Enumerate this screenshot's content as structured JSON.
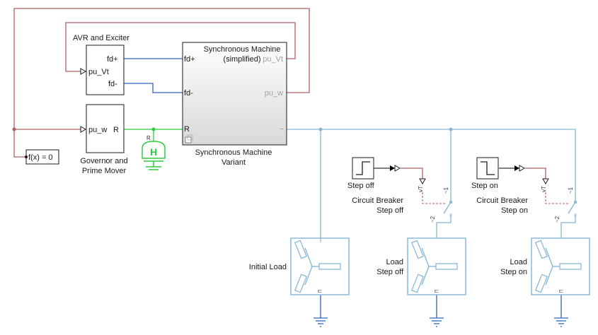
{
  "blocks": {
    "avr": {
      "title": "AVR and Exciter",
      "port_fdp": "fd+",
      "port_vt": "pu_Vt",
      "port_fdm": "fd-"
    },
    "governor": {
      "title_line1": "Governor and",
      "title_line2": "Prime Mover",
      "port_w": "pu_w",
      "port_r": "R"
    },
    "machine": {
      "inner_line1": "Synchronous Machine",
      "inner_line2": "(simplified)",
      "port_fdp": "fd+",
      "port_fdm": "fd-",
      "port_r": "R",
      "port_vt": "pu_Vt",
      "port_w": "pu_w",
      "port_ac": "~",
      "title_line1": "Synchronous Machine",
      "title_line2": "Variant"
    },
    "solver": {
      "label": "f(x) = 0"
    },
    "inertia": {
      "glyph": "H",
      "port": "R"
    },
    "step_off": {
      "label": "Step off"
    },
    "step_on": {
      "label": "Step on"
    },
    "cb_off": {
      "title_line1": "Circuit Breaker",
      "title_line2": "Step off",
      "port_vt": "vT",
      "port_1": "~1",
      "port_2": "~2"
    },
    "cb_on": {
      "title_line1": "Circuit Breaker",
      "title_line2": "Step on",
      "port_vt": "vT",
      "port_1": "~1",
      "port_2": "~2"
    },
    "initial_load": {
      "label": "Initial Load"
    },
    "load_off": {
      "label_line1": "Load",
      "label_line2": "Step off"
    },
    "load_on": {
      "label_line1": "Load",
      "label_line2": "Step on"
    }
  },
  "colors": {
    "feedback_wire": "#b06060",
    "field_wire": "#3060c0",
    "mechanical_wire": "#2ecc40",
    "electrical_wire": "#88b6d6",
    "load_outline": "#7fb3d5"
  }
}
